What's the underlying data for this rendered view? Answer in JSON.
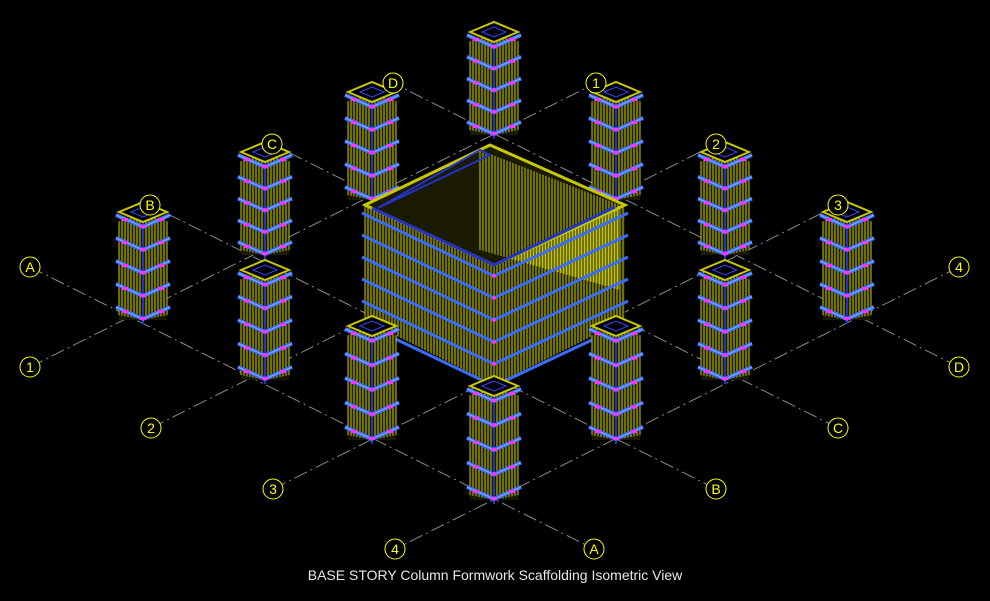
{
  "drawing": {
    "caption": "BASE STORY Column Formwork Scaffolding Isometric View",
    "grid_bubbles": {
      "a_left": "A",
      "one_left": "1",
      "two_left": "2",
      "three_left": "3",
      "four_bottom": "4",
      "a_bottom": "A",
      "b_right": "B",
      "c_right": "C",
      "d_right": "D",
      "four_right": "4",
      "d_top": "D",
      "one_top": "1",
      "c_top": "C",
      "two_top": "2",
      "b_top": "B",
      "three_top": "3"
    },
    "colors": {
      "background": "#000000",
      "bubble": "#ffff00",
      "studs": "#c8c800",
      "walers": "#3a6bff",
      "ties": "#ff33ff",
      "gridline": "#8a8a8a",
      "caption": "#e8e8e8"
    }
  }
}
